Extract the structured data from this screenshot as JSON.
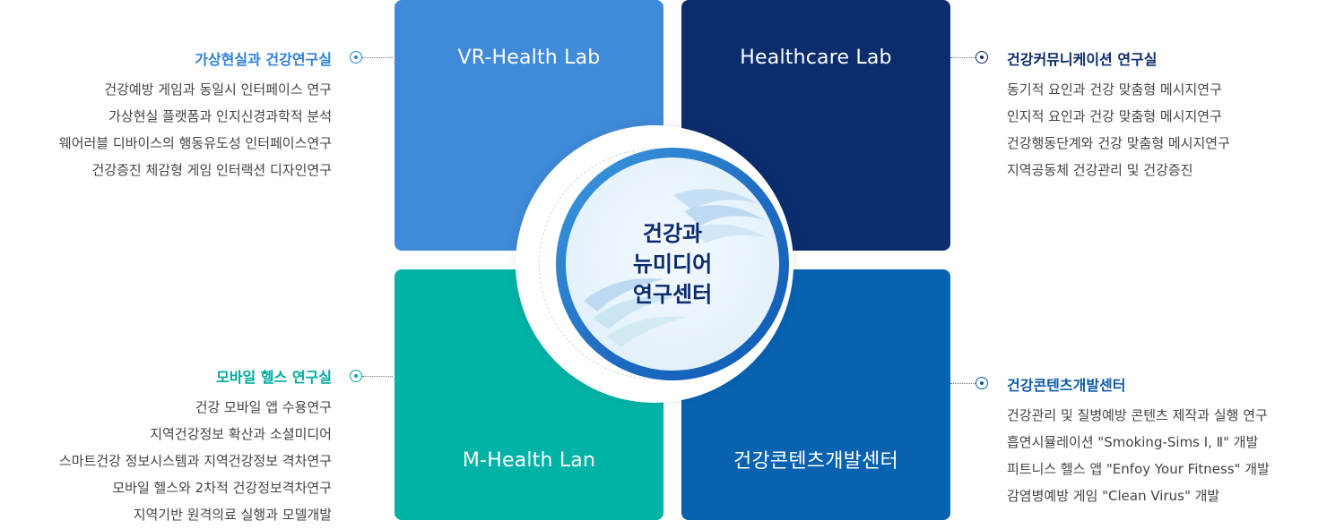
{
  "center": {
    "lines": [
      "건강과",
      "뉴미디어",
      "연구센터"
    ]
  },
  "quadrants": {
    "top_left": {
      "title": "VR-Health Lab"
    },
    "top_right": {
      "title": "Healthcare Lab"
    },
    "bottom_left": {
      "title": "M-Health Lan"
    },
    "bottom_right": {
      "title": "건강콘텐츠개발센터"
    }
  },
  "groups": {
    "top_left": {
      "heading": "가상현실과 건강연구실",
      "items": [
        "건강예방 게임과 동일시 인터페이스 연구",
        "가상현실 플랫폼과 인지신경과학적 분석",
        "웨어러블 디바이스의 행동유도성 인터페이스연구",
        "건강증진 체감형 게임 인터랙션 디자인연구"
      ]
    },
    "top_right": {
      "heading": "건강커뮤니케이션 연구실",
      "items": [
        "동기적 요인과 건강 맞춤형 메시지연구",
        "인지적 요인과 건강 맞춤형 메시지연구",
        "건강행동단계와 건강 맞춤형 메시지연구",
        "지역공동체 건강관리 및 건강증진"
      ]
    },
    "bottom_left": {
      "heading": "모바일 헬스 연구실",
      "items": [
        "건강 모바일 앱 수용연구",
        "지역건강정보 확산과 소셜미디어",
        "스마트건강 정보시스템과 지역건강정보 격차연구",
        "모바일 헬스와 2차적 건강정보격차연구",
        "지역기반 원격의료 실행과 모델개발"
      ]
    },
    "bottom_right": {
      "heading": "건강콘텐츠개발센터",
      "items": [
        "건강관리 및 질병예방 콘텐츠 제작과 실행 연구",
        "흡연시뮬레이션 \"Smoking-Sims Ⅰ, Ⅱ\" 개발",
        "피트니스 헬스 앱 \"Enfoy Your Fitness\" 개발",
        "감염병예방 게임 \"Clean Virus\" 개발"
      ]
    }
  },
  "colors": {
    "vr_lab": "#3f8ad9",
    "healthcare_lab": "#0b2d6e",
    "mhealth_lab": "#00b3a6",
    "content_center": "#0862b0",
    "heading_blue": "#2f7fd6",
    "heading_navy": "#0c2b6b",
    "heading_teal": "#00a99d",
    "heading_royal": "#0d5aa8"
  }
}
